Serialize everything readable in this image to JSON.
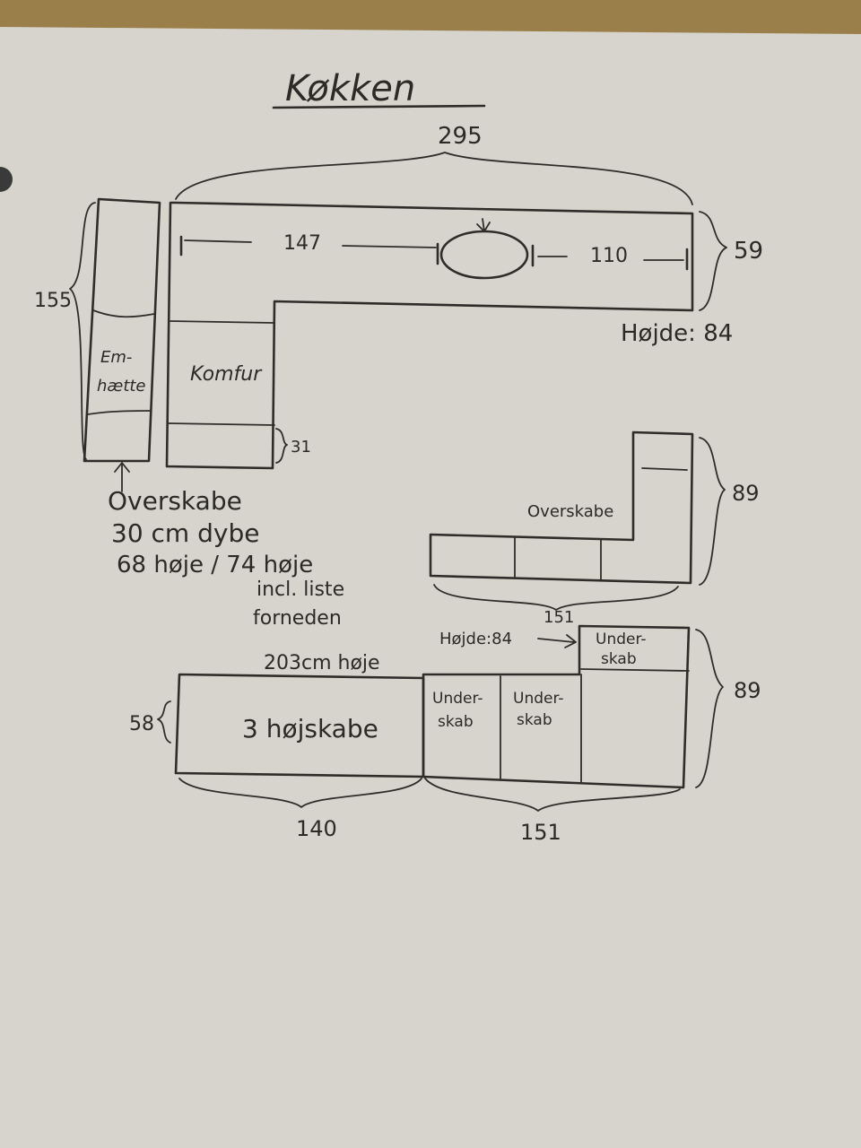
{
  "colors": {
    "paper": "#d6d4cd",
    "wood": "#9a7f4a",
    "ink": "#2f2d2a"
  },
  "title": "Køkken",
  "top_plan": {
    "width": "295",
    "depth": "59",
    "left_run": "147",
    "right_run": "110",
    "height_note": "Højde: 84",
    "tall_cabinet_height": "155",
    "hood_label_1": "Em-",
    "hood_label_2": "hætte",
    "stove_label": "Komfur",
    "stove_depth": "31"
  },
  "notes": {
    "line1": "Overskabe",
    "line2": "30 cm dybe",
    "line3": "68 høje / 74 høje",
    "line4": "incl. liste",
    "line5": "forneden"
  },
  "middle_plan": {
    "label": "Overskabe",
    "height": "89",
    "width": "151"
  },
  "bottom_plan": {
    "tall_height_note": "203cm høje",
    "tall_label": "3 højskabe",
    "depth": "58",
    "left_width": "140",
    "right_width": "151",
    "height_note": "Højde:84",
    "under_1a": "Under-",
    "under_1b": "skab",
    "under_2a": "Under-",
    "under_2b": "skab",
    "under_3a": "Under-",
    "under_3b": "skab",
    "right_height": "89"
  }
}
